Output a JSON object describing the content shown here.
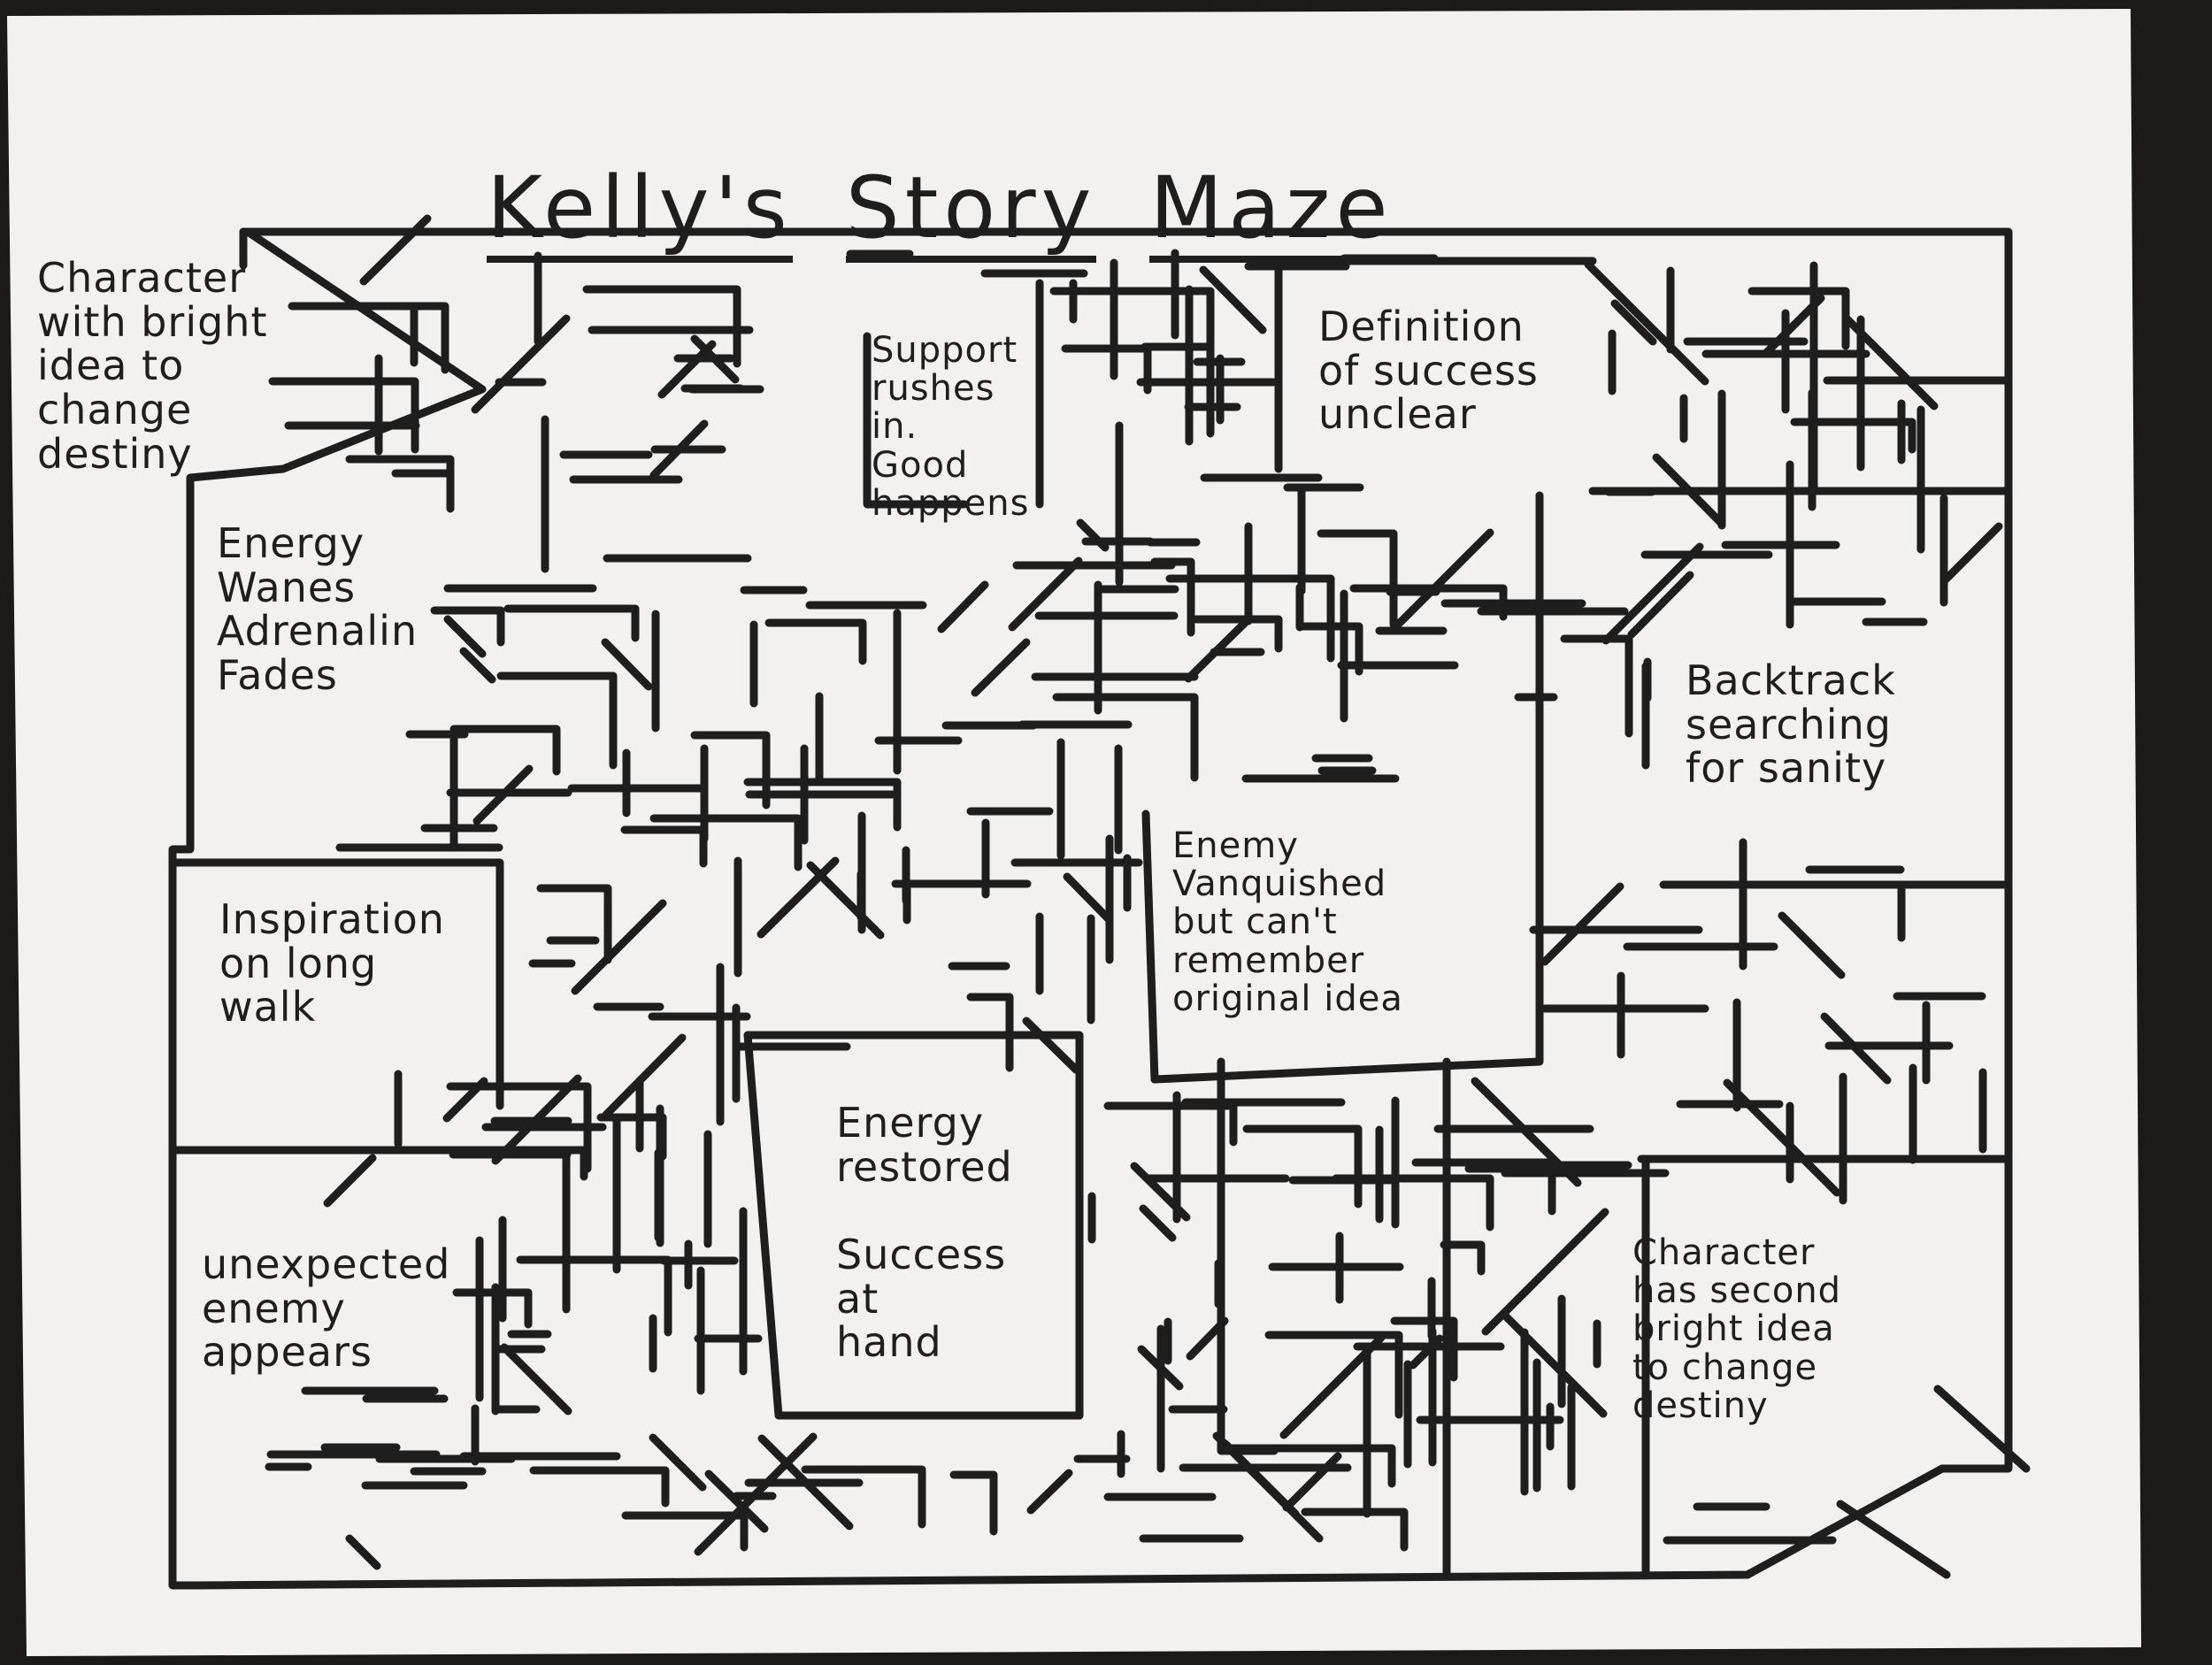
{
  "title": {
    "word1": "Kelly's",
    "word2": "Story",
    "word3": "Maze"
  },
  "labels": {
    "start": "Character\nwith bright\nidea to\nchange\ndestiny",
    "support": "Support\nrushes\nin.\nGood\nhappens",
    "definition": "Definition\nof success\nunclear",
    "energy_wanes": "Energy\nWanes\nAdrenalin\nFades",
    "backtrack": "Backtrack\nsearching\nfor sanity",
    "inspiration": "Inspiration\non long\nwalk",
    "enemy_vanquished": "Enemy\nVanquished\nbut can't\nremember\noriginal idea",
    "energy_restored": "Energy\nrestored\n\nSuccess\nat\nhand",
    "unexpected_enemy": "unexpected\nenemy\nappears",
    "second_idea": "Character\nhas second\nbright idea\nto change\ndestiny"
  },
  "colors": {
    "ink": "#1e1e1e",
    "paper": "#f2f1ef",
    "table": "#1b1a19"
  }
}
